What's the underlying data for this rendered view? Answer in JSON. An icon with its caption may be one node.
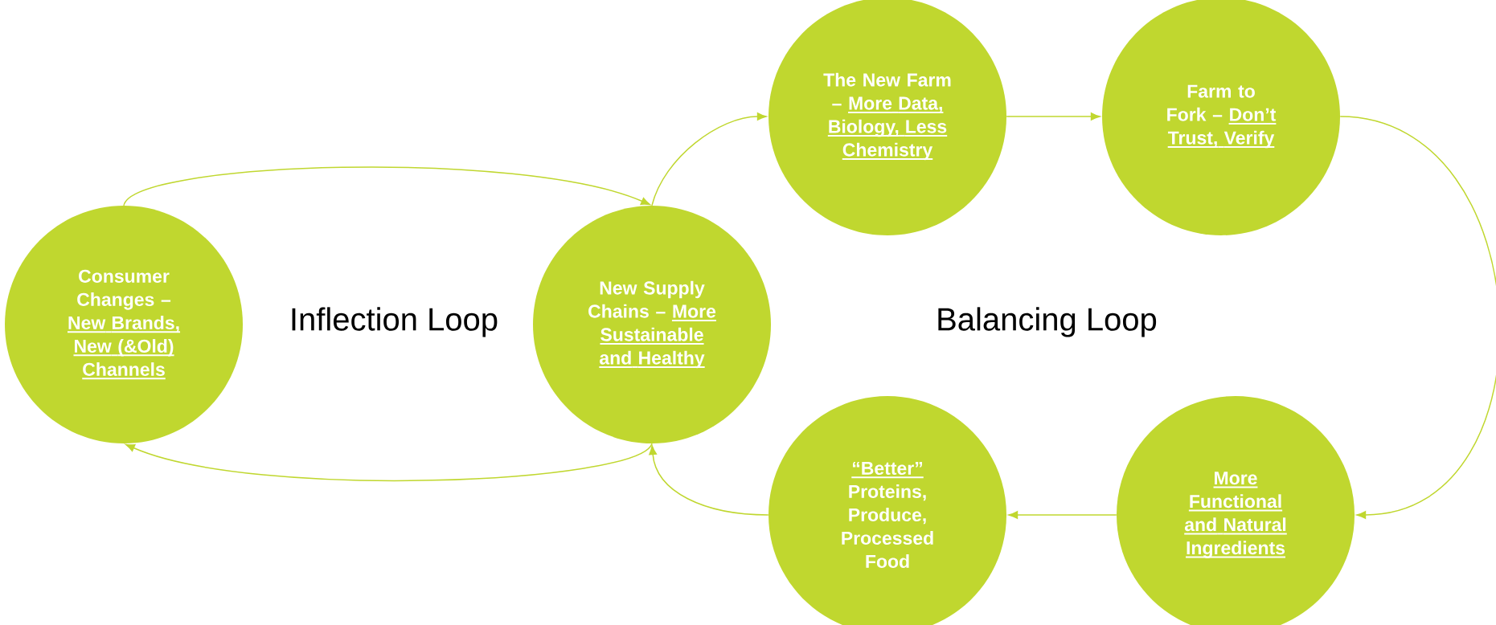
{
  "diagram": {
    "nodes": [
      {
        "text": [
          "Consumer Changes –",
          "New Brands, New (&Old) Channels"
        ]
      },
      {
        "text": [
          "New Supply Chains –",
          "More Sustainable and Healthy"
        ]
      },
      {
        "text": [
          "The New Farm –",
          "More Data, Biology, Less Chemistry"
        ]
      },
      {
        "text": [
          "Farm to Fork –",
          "Don’t Trust, Verify"
        ]
      },
      {
        "text": [
          "More Functional and Natural Ingredients"
        ]
      },
      {
        "text": [
          "“Better”",
          "Proteins, Produce, Processed Food"
        ]
      }
    ],
    "edges": [
      {
        "from": 0,
        "to": 1,
        "arrow": "to"
      },
      {
        "from": 1,
        "to": 0,
        "arrow": "to"
      },
      {
        "from": 1,
        "to": 2,
        "arrow": "to"
      },
      {
        "from": 2,
        "to": 3,
        "arrow": "to"
      },
      {
        "from": 3,
        "to": 4,
        "arrow": "to"
      },
      {
        "from": 4,
        "to": 5,
        "arrow": "to"
      },
      {
        "from": 5,
        "to": 1,
        "arrow": "to"
      }
    ],
    "labels": [
      "Inflection Loop",
      "Balancing Loop"
    ]
  }
}
